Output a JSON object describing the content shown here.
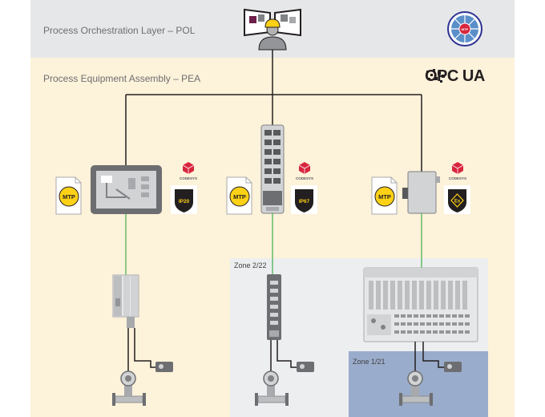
{
  "pol_label": "Process Orchestration Layer – POL",
  "pea_label": "Process Equipment Assembly – PEA",
  "zone_22_label": "Zone 2/22",
  "zone_121_label": "Zone 1/21",
  "opc_logo_text": "OPC UA",
  "mtp_wheel_text": "MTP",
  "mtp_badge_text": "MTP",
  "codesys_text": "CODESYS",
  "rating_ip20": "IP20",
  "rating_ip67": "IP67",
  "rating_ex": "Ex",
  "colors": {
    "pol_band": "#e6e7e8",
    "pea_band": "#fdf2da",
    "zone_22": "#eceef0",
    "zone_121": "#9aaccb",
    "mtp_yellow": "#fcd116",
    "field_line": "#3fae49"
  }
}
